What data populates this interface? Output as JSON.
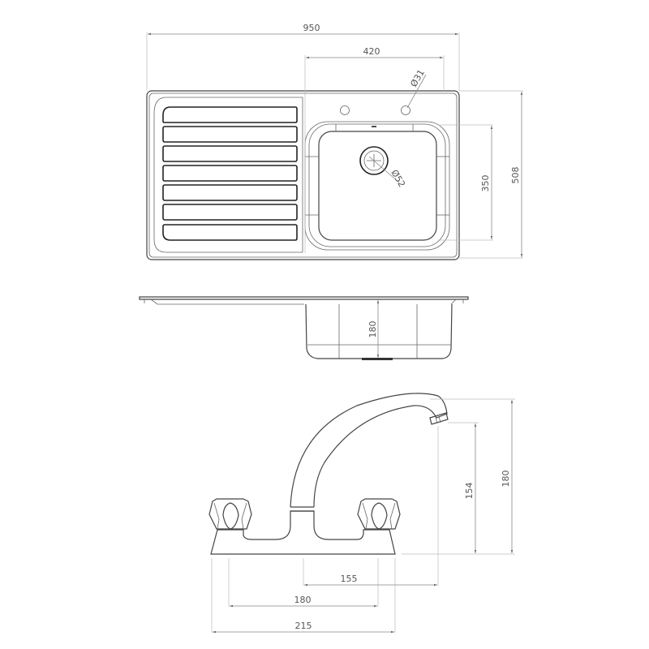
{
  "drawing": {
    "type": "technical-drawing",
    "subject": "single bowl sink with drainer and mixer tap",
    "views": [
      {
        "name": "sink-top-view"
      },
      {
        "name": "sink-side-section"
      },
      {
        "name": "tap-elevation"
      }
    ]
  },
  "dimensions": {
    "sink_width": "950",
    "bowl_width": "420",
    "tap_hole_diameter": "Ø31",
    "waste_diameter": "Ø52",
    "bowl_length": "350",
    "sink_depth_overall": "508",
    "bowl_depth": "180",
    "tap_outlet_height": "154",
    "tap_height": "180",
    "tap_reach": "155",
    "tap_centres": "180",
    "tap_base_width": "215"
  },
  "colors": {
    "line": "#444444",
    "dimension": "#888888",
    "text": "#555555",
    "background": "#ffffff"
  }
}
